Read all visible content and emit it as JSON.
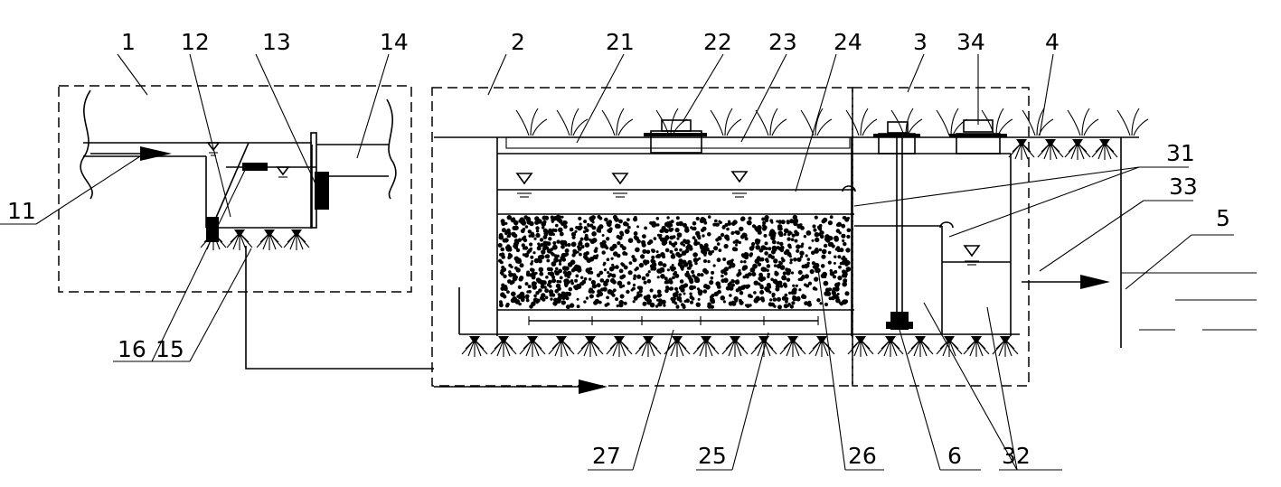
{
  "labels": {
    "l1": "1",
    "l2": "2",
    "l3": "3",
    "l4": "4",
    "l5": "5",
    "l6": "6",
    "l11": "11",
    "l12": "12",
    "l13": "13",
    "l14": "14",
    "l15": "15",
    "l16": "16",
    "l21": "21",
    "l22": "22",
    "l23": "23",
    "l24": "24",
    "l25": "25",
    "l26": "26",
    "l27": "27",
    "l31": "31",
    "l32": "32",
    "l33": "33",
    "l34": "34"
  },
  "colors": {
    "line": "#000000",
    "background": "#ffffff"
  },
  "icons": [
    "water-level-icon",
    "flow-arrow-icon",
    "plant-roots-icon",
    "pump-icon",
    "manhole-cover-icon"
  ]
}
